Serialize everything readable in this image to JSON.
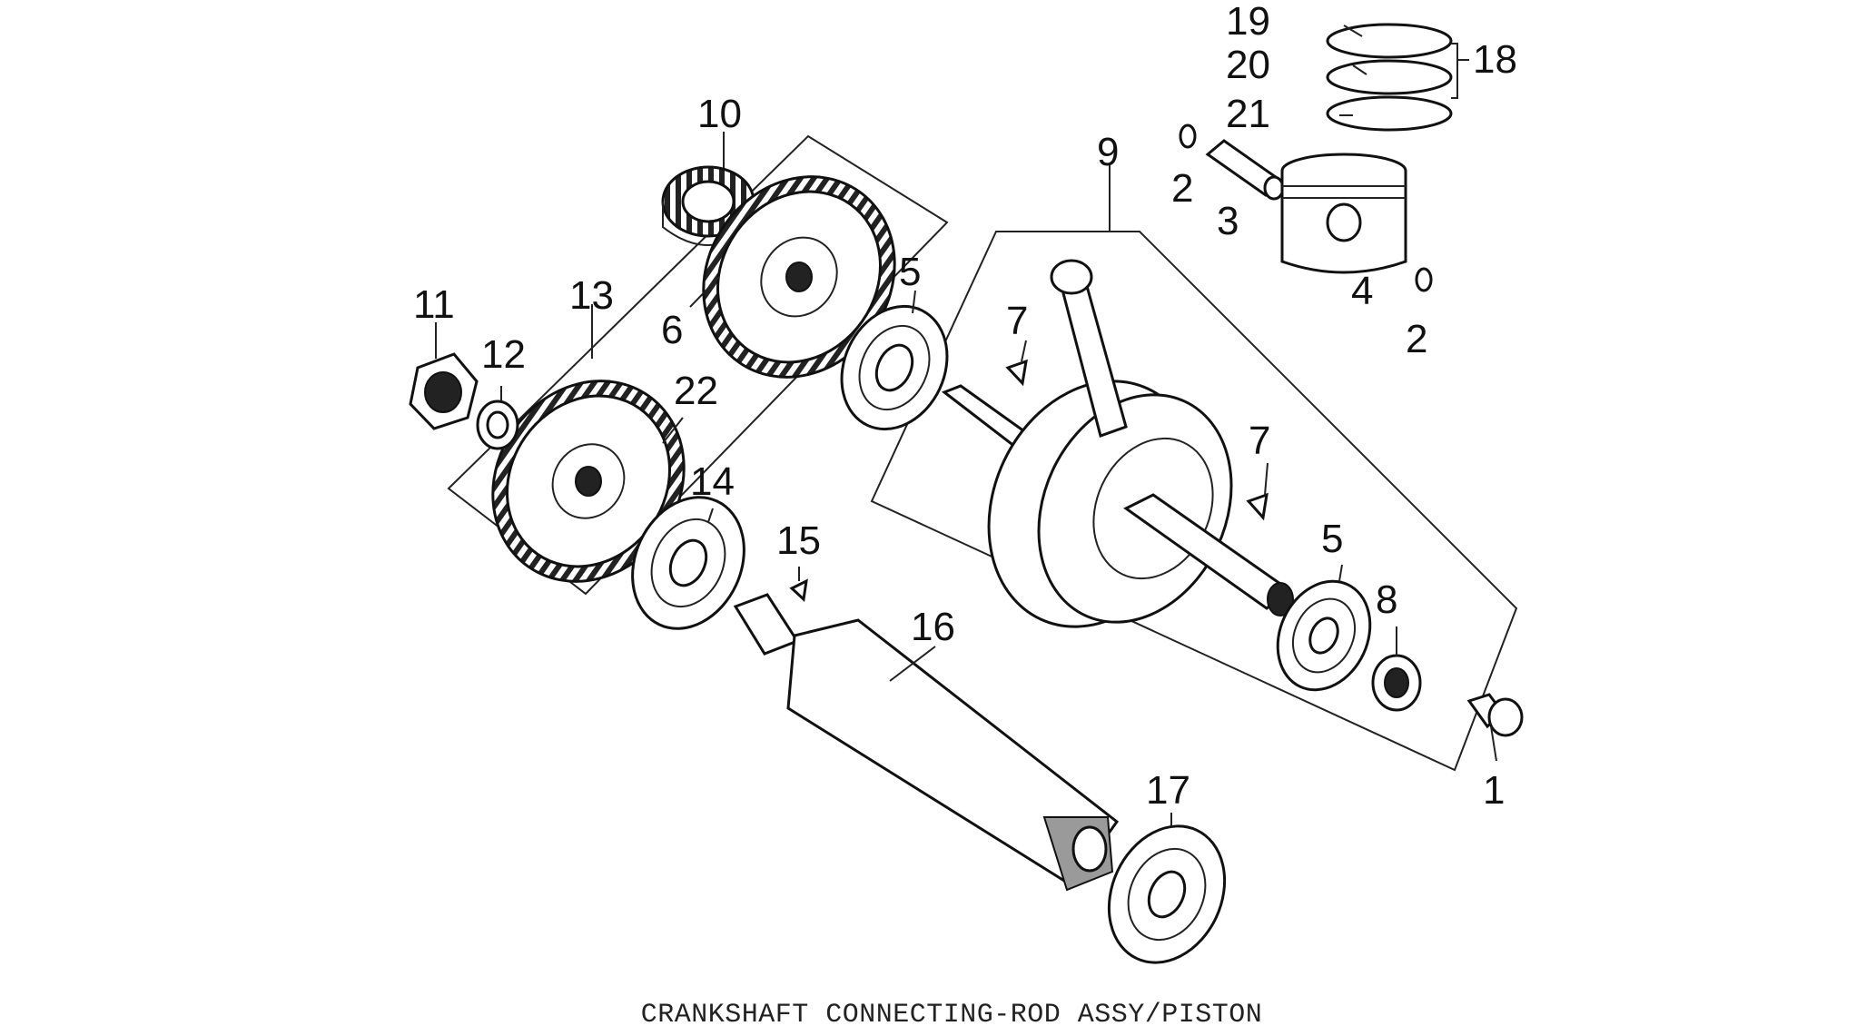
{
  "caption": "CRANKSHAFT CONNECTING-ROD ASSY/PISTON",
  "callouts": {
    "c1": "1",
    "c2a": "2",
    "c2b": "2",
    "c3": "3",
    "c4": "4",
    "c5a": "5",
    "c5b": "5",
    "c6": "6",
    "c7a": "7",
    "c7b": "7",
    "c8": "8",
    "c9": "9",
    "c10": "10",
    "c11": "11",
    "c12": "12",
    "c13": "13",
    "c14": "14",
    "c15": "15",
    "c16": "16",
    "c17": "17",
    "c18": "18",
    "c19": "19",
    "c20": "20",
    "c21": "21",
    "c22": "22"
  }
}
